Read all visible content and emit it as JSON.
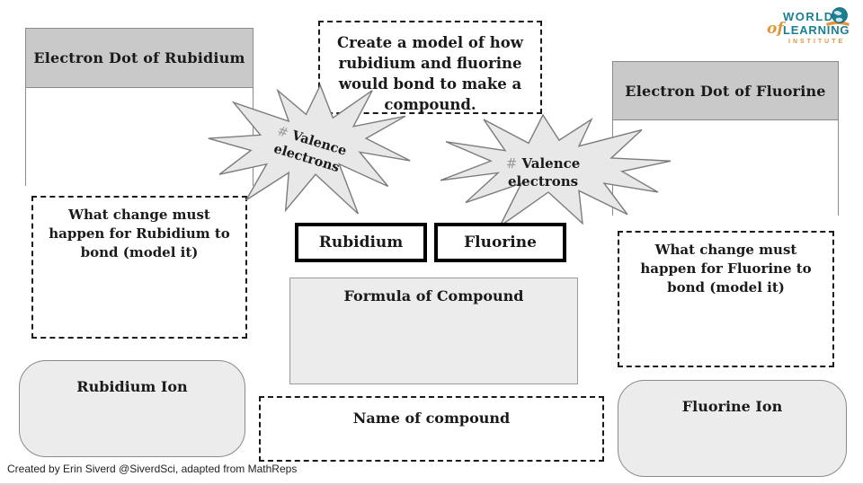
{
  "slide": {
    "instruction": "Create a model of how rubidium and fluorine would bond to make a compound.",
    "footer_credit": "Created by Erin Siverd @SiverdSci, adapted from MathReps"
  },
  "logo": {
    "world": "WORLD",
    "of": "of",
    "learning": "LEARNING",
    "institute": "INSTITUTE",
    "teal": "#1b7f93",
    "orange": "#e0963c"
  },
  "electron_dot": {
    "rubidium_title": "Electron Dot of Rubidium",
    "fluorine_title": "Electron Dot of Fluorine"
  },
  "valence": {
    "hash": "#",
    "left_label": "Valence electrons",
    "right_label": "Valence electrons"
  },
  "elements": {
    "rubidium": "Rubidium",
    "fluorine": "Fluorine"
  },
  "prompts": {
    "what_change_rubidium": "What change must happen for Rubidium to bond (model it)",
    "what_change_fluorine": "What change must happen for Fluorine to bond (model it)",
    "formula_title": "Formula of Compound",
    "name_title": "Name of compound",
    "rubidium_ion": "Rubidium Ion",
    "fluorine_ion": "Fluorine Ion"
  },
  "colors": {
    "header_gray": "#c9c9c9",
    "panel_gray": "#ececec",
    "burst_gray": "#e8e8e8",
    "border_gray": "#8a8a8a",
    "dash_black": "#1a1a1a"
  }
}
